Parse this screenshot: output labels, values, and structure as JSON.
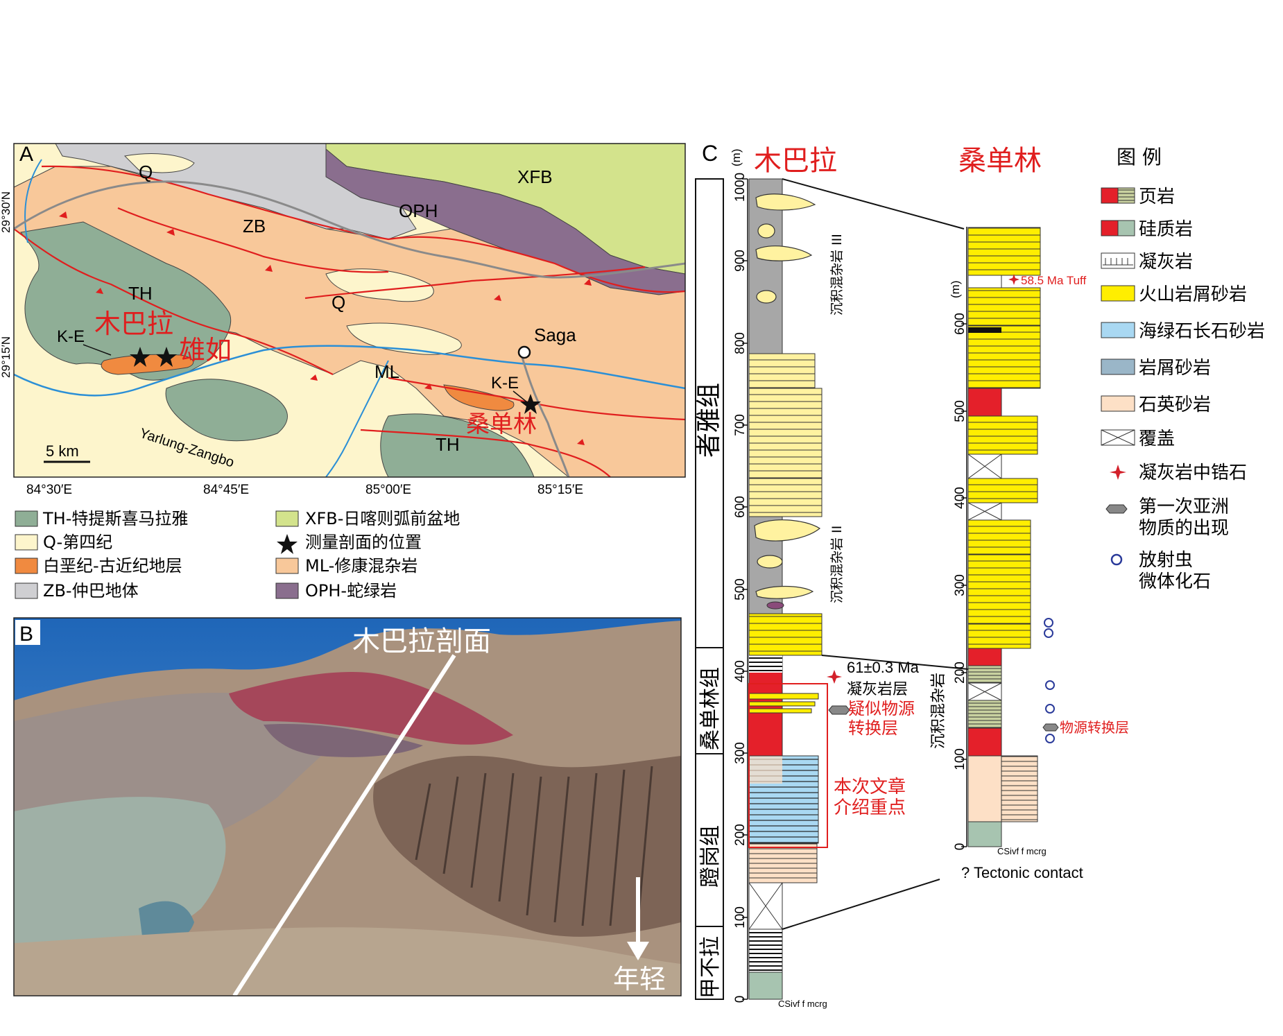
{
  "panel_a": {
    "letter": "A",
    "units": {
      "Q1": "Q",
      "ZB": "ZB",
      "OPH": "OPH",
      "XFB": "XFB",
      "TH1": "TH",
      "Q2": "Q",
      "ML": "ML",
      "TH2": "TH",
      "KE1": "K-E",
      "KE2": "K-E"
    },
    "places": {
      "mubala": "木巴拉",
      "xiongru": "雄如",
      "sangdanlin": "桑单林",
      "saga": "Saga",
      "river": "Yarlung-Zangbo"
    },
    "scale": "5 km",
    "lat": [
      "29°30′N",
      "29°15′N"
    ],
    "lon": [
      "84°30′E",
      "84°45′E",
      "85°00′E",
      "85°15′E"
    ]
  },
  "legend_a": [
    {
      "label": "TH-特提斯喜马拉雅",
      "color": "#8fae96"
    },
    {
      "label": "XFB-日喀则弧前盆地",
      "color": "#d3e38c"
    },
    {
      "label": "Q-第四纪",
      "color": "#fdf5cc"
    },
    {
      "label": "测量剖面的位置",
      "color": "#111111"
    },
    {
      "label": "白垩纪-古近纪地层",
      "color": "#f08a40"
    },
    {
      "label": "ML-修康混杂岩",
      "color": "#f8c89a"
    },
    {
      "label": "ZB-仲巴地体",
      "color": "#cfcfd2"
    },
    {
      "label": "OPH-蛇绿岩",
      "color": "#8a6e8e"
    }
  ],
  "panel_b": {
    "letter": "B",
    "section": "木巴拉剖面",
    "younging": "年轻"
  },
  "panel_c": {
    "letter": "C",
    "col1_title": "木巴拉",
    "col2_title": "桑单林",
    "unit": "(m)",
    "col1_ticks": [
      "0",
      "100",
      "200",
      "300",
      "400",
      "500",
      "600",
      "700",
      "800",
      "900",
      "1000"
    ],
    "col2_ticks": [
      "0",
      "100",
      "200",
      "300",
      "400",
      "500",
      "600"
    ],
    "formations": [
      "甲不拉",
      "蹬岗组",
      "桑单林组",
      "者雅组"
    ],
    "melange3": "沉积混杂岩 III",
    "melange2": "沉积混杂岩 II",
    "melange_s": "沉积混杂岩",
    "tuff1_age": "61±0.3 Ma",
    "tuff1_label": "凝灰岩层",
    "prov1": [
      "疑似物源",
      "转换层"
    ],
    "focus": [
      "本次文章",
      "介绍重点"
    ],
    "tuff2": "58.5 Ma Tuff",
    "prov2": "物源转换层",
    "tectonic": "? Tectonic contact",
    "grain": "CSivf f mcrg"
  },
  "legend_c": {
    "title": "图 例",
    "items": [
      {
        "label": "页岩"
      },
      {
        "label": "硅质岩"
      },
      {
        "label": "凝灰岩"
      },
      {
        "label": "火山岩屑砂岩",
        "color": "#ffee00"
      },
      {
        "label": "海绿石长石砂岩",
        "color": "#a9d8f2"
      },
      {
        "label": "岩屑砂岩",
        "color": "#9ab6c8"
      },
      {
        "label": "石英砂岩",
        "color": "#fde0c6"
      },
      {
        "label": "覆盖"
      },
      {
        "label": "凝灰岩中锆石"
      },
      {
        "label": "第一次亚洲",
        "label2": "物质的出现"
      },
      {
        "label": "放射虫",
        "label2": "微体化石"
      }
    ]
  }
}
